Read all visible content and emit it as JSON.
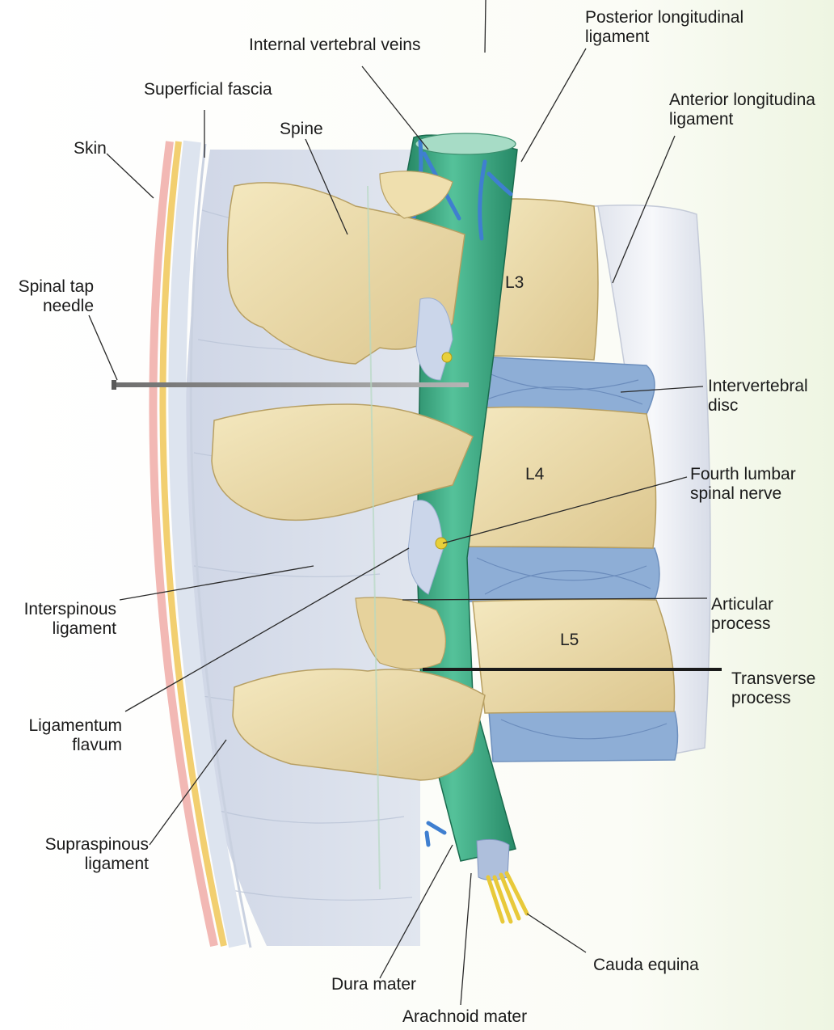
{
  "labels": {
    "posterior_longitudinal_ligament": "Posterior longitudinal\nligament",
    "internal_vertebral_veins": "Internal vertebral veins",
    "superficial_fascia": "Superficial fascia",
    "anterior_longitudinal_ligament": "Anterior longitudina\nligament",
    "skin": "Skin",
    "spine": "Spine",
    "spinal_tap_needle": "Spinal tap\nneedle",
    "intervertebral_disc": "Intervertebral\ndisc",
    "fourth_lumbar_spinal_nerve": "Fourth lumbar\nspinal nerve",
    "interspinous_ligament": "Interspinous\nligament",
    "articular_process": "Articular\nprocess",
    "transverse_process": "Transverse\nprocess",
    "ligamentum_flavum": "Ligamentum\nflavum",
    "supraspinous_ligament": "Supraspinous\nligament",
    "cauda_equina": "Cauda equina",
    "dura_mater": "Dura mater",
    "arachnoid_mater": "Arachnoid mater"
  },
  "vertebrae": {
    "l3": "L3",
    "l4": "L4",
    "l5": "L5"
  },
  "colors": {
    "bone": "#ecdcab",
    "bone_shadow": "#c9b57e",
    "dura": "#2f9e76",
    "dura_light": "#5cc39a",
    "vein": "#3f7fd0",
    "disc": "#8eaed6",
    "ligament": "#e8ecf3",
    "skin": "#f2b3b0",
    "fat": "#f2cf70",
    "fascia": "#dde4ef",
    "nerve": "#e8d03a"
  }
}
